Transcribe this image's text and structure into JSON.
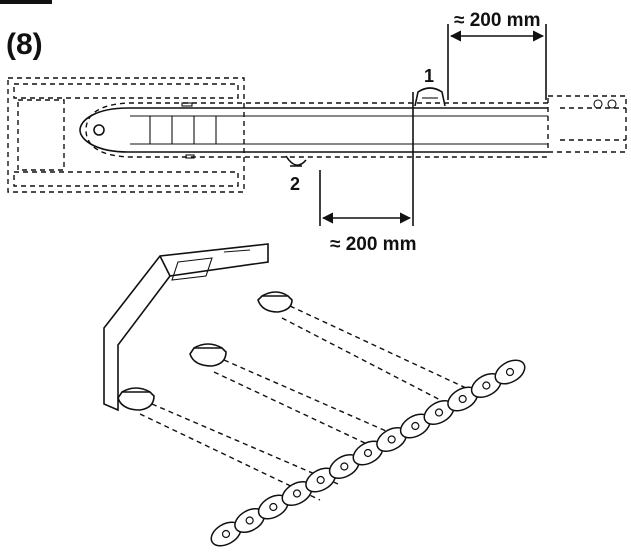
{
  "figure": {
    "header_bar_color": "#111111",
    "number": "(8)",
    "callouts": [
      "1",
      "2"
    ],
    "dimensions": {
      "top": "≈ 200 mm",
      "bottom": "≈ 200 mm"
    }
  }
}
